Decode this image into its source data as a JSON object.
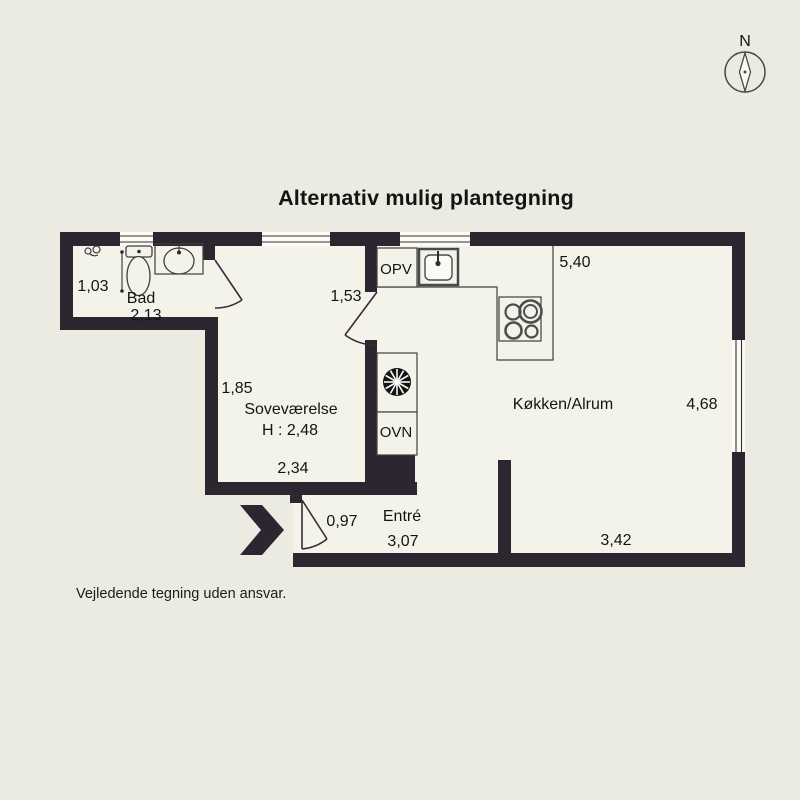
{
  "title": "Alternativ mulig plantegning",
  "disclaimer": "Vejledende tegning uden ansvar.",
  "compass": {
    "north_label": "N"
  },
  "colors": {
    "background": "#ECEBE2",
    "floor": "#F4F3EA",
    "wall": "#2C2630",
    "line": "#3F3F3F",
    "text": "#141414"
  },
  "rooms": {
    "bathroom": {
      "name": "Bad",
      "width": "1,03",
      "length": "2,13"
    },
    "bedroom": {
      "name": "Soveværelse",
      "width": "1,85",
      "ceiling_height": "H : 2,48",
      "length": "2,34"
    },
    "kitchen": {
      "name": "Køkken/Alrum",
      "top_width": "5,40",
      "right_depth": "4,68",
      "bottom_width": "3,42",
      "passage_width": "1,53"
    },
    "entry": {
      "name": "Entré",
      "door_width": "0,97",
      "length": "3,07"
    }
  },
  "appliances": {
    "dishwasher": "OPV",
    "oven": "OVN"
  }
}
